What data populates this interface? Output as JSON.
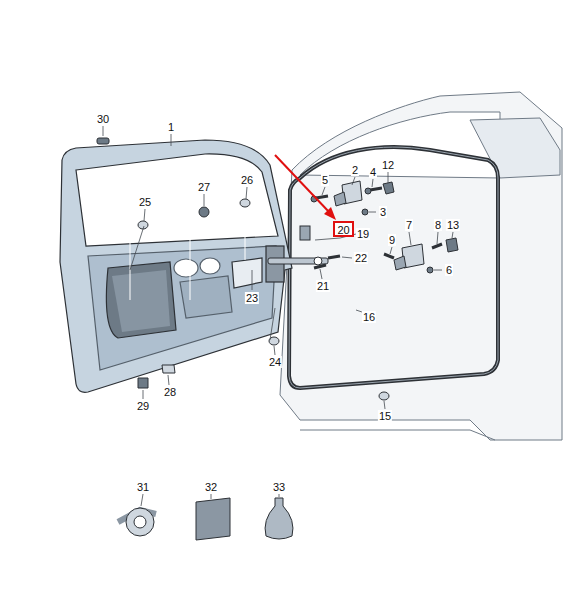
{
  "diagram": {
    "nodes": [
      {
        "text": [
          "20"
        ]
      }
    ],
    "labels": [
      "30",
      "1",
      "27",
      "26",
      "25",
      "2",
      "4",
      "12",
      "5",
      "3",
      "19",
      "7",
      "8",
      "13",
      "9",
      "6",
      "22",
      "21",
      "23",
      "16",
      "24",
      "29",
      "28",
      "15",
      "31",
      "32",
      "33"
    ]
  }
}
